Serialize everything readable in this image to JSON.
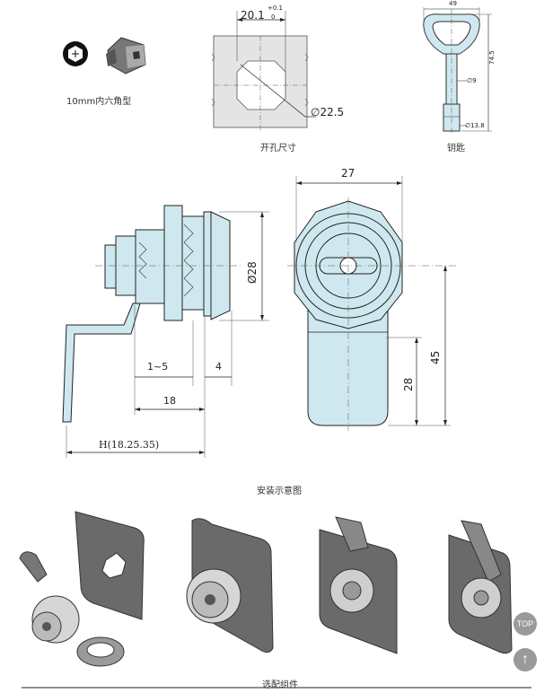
{
  "top": {
    "hex_caption": "10mm内六角型",
    "cutout": {
      "dim_width": "20.1",
      "tol_upper": "+0.1",
      "tol_lower": "0",
      "dim_diameter": "∅22.5",
      "caption": "开孔尺寸"
    },
    "key": {
      "dim_width": "49",
      "dim_length": "74.5",
      "dim_shaft": "∅9",
      "dim_base": "∅13.8",
      "caption": "钥匙"
    }
  },
  "middle": {
    "dim_27": "27",
    "dim_d28": "Ø28",
    "dim_1to5": "1~5",
    "dim_4": "4",
    "dim_18": "18",
    "dim_H": "H(18.25.35)",
    "dim_28": "28",
    "dim_45": "45",
    "caption": "安装示意图"
  },
  "bottom": {
    "caption": "选配组件"
  },
  "side": {
    "top_label": "TOP",
    "arrow": "↑"
  },
  "colors": {
    "part_fill": "#cfe8ef",
    "plate_fill": "#e4e4e4",
    "line": "#222222"
  }
}
